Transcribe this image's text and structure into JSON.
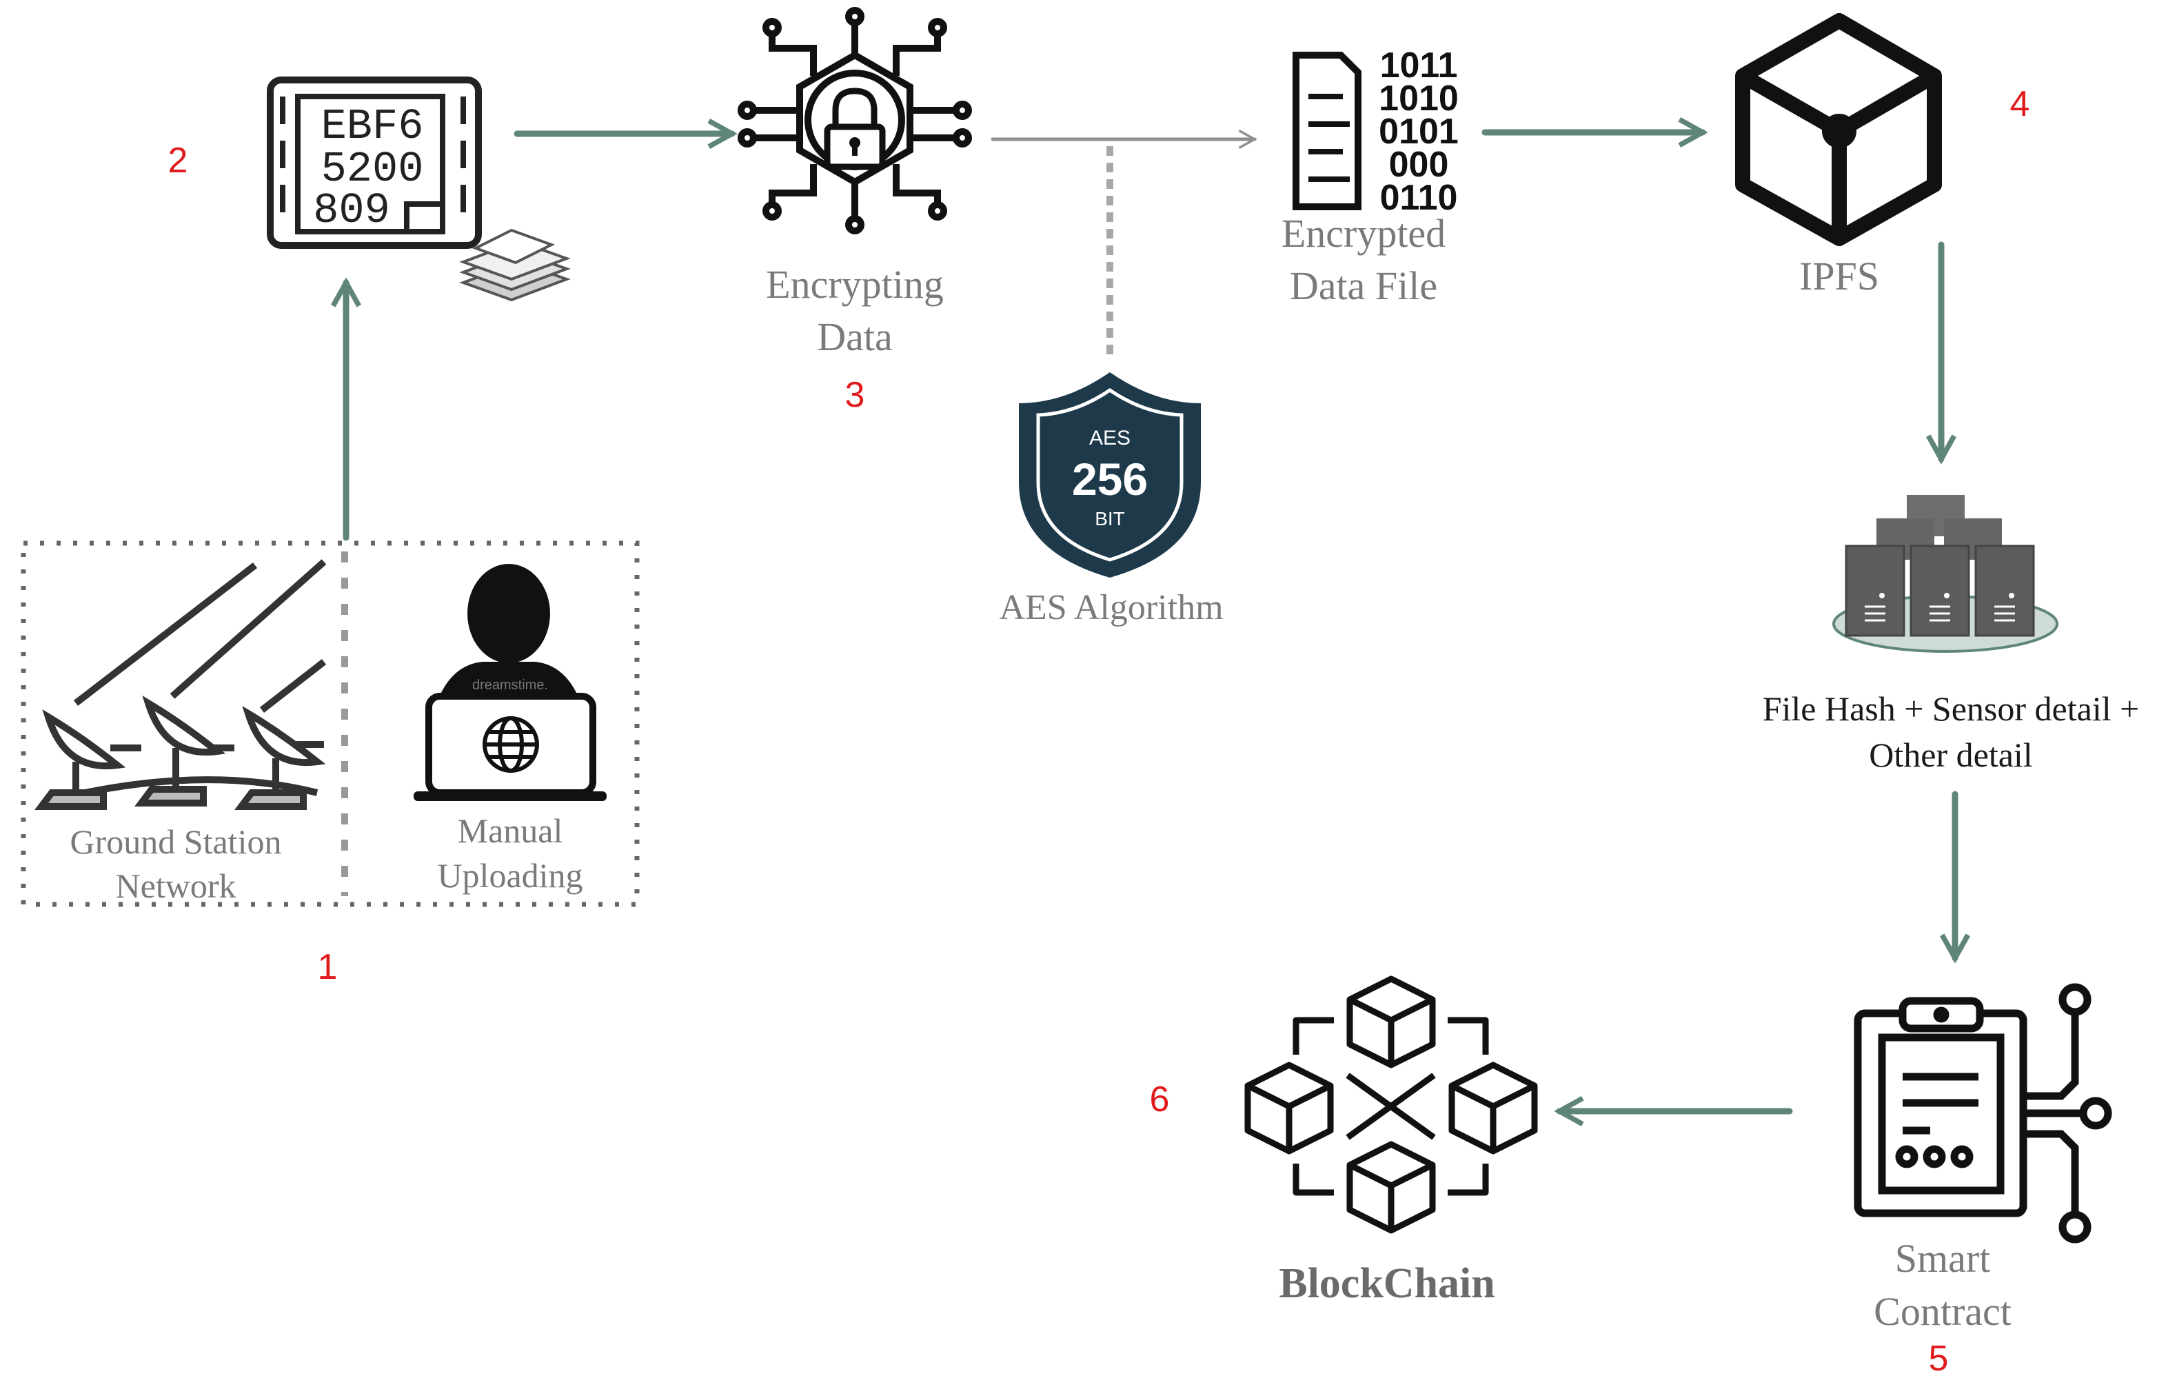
{
  "colors": {
    "arrow": "#5f8579",
    "step_number": "#e0191b",
    "label_gray": "#7a7a7a",
    "shield_dark": "#1e3a4a"
  },
  "steps": {
    "s1": "1",
    "s2": "2",
    "s3": "3",
    "s4": "4",
    "s5": "5",
    "s6": "6"
  },
  "data_sheet": {
    "lines": [
      "EBF6",
      "5200",
      "809"
    ]
  },
  "sources": {
    "ground_line1": "Ground Station",
    "ground_line2": "Network",
    "manual_line1": "Manual",
    "manual_line2": "Uploading",
    "watermark": "dreamstime."
  },
  "encrypting": {
    "line1": "Encrypting",
    "line2": "Data"
  },
  "aes": {
    "badge_top": "AES",
    "badge_value": "256",
    "badge_bottom": "BIT",
    "label": "AES Algorithm"
  },
  "encrypted_file": {
    "bits": [
      "1011",
      "1010",
      "0101",
      "000",
      "0110"
    ],
    "line1": "Encrypted",
    "line2": "Data File"
  },
  "ipfs": {
    "label": "IPFS"
  },
  "details": {
    "line1": "File Hash + Sensor detail +",
    "line2": "Other detail"
  },
  "smart_contract": {
    "line1": "Smart",
    "line2": "Contract"
  },
  "blockchain": {
    "label": "BlockChain"
  },
  "icons": [
    "data-sheet-icon",
    "documents-stack-icon",
    "satellite-dish-icon",
    "user-laptop-icon",
    "globe-icon",
    "encryption-chip-icon",
    "padlock-icon",
    "shield-badge-icon",
    "binary-file-icon",
    "cube-icon",
    "server-cluster-icon",
    "contract-clipboard-icon",
    "blockchain-network-icon"
  ]
}
